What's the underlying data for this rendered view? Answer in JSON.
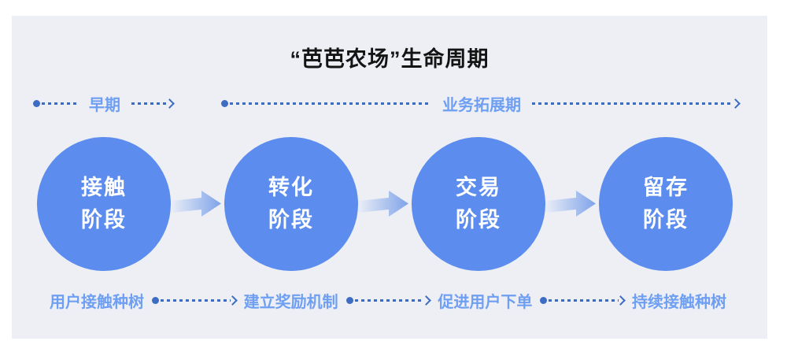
{
  "title": "“芭芭农场”生命周期",
  "timelines": [
    {
      "label": "早期"
    },
    {
      "label": "业务拓展期"
    }
  ],
  "stages": [
    {
      "line1": "接触",
      "line2": "阶段"
    },
    {
      "line1": "转化",
      "line2": "阶段"
    },
    {
      "line1": "交易",
      "line2": "阶段"
    },
    {
      "line1": "留存",
      "line2": "阶段"
    }
  ],
  "bottom_steps": [
    "用户接触种树",
    "建立奖励机制",
    "促进用户下单",
    "持续接触种树"
  ],
  "colors": {
    "panel_bg": "#edeff4",
    "circle_fill": "#5b8cee",
    "label_blue": "#6f9ff2",
    "connector_blue": "#3d6cc3",
    "title_color": "#141414",
    "arrow_from": "#e9edf6",
    "arrow_to": "#7ea3e9"
  }
}
